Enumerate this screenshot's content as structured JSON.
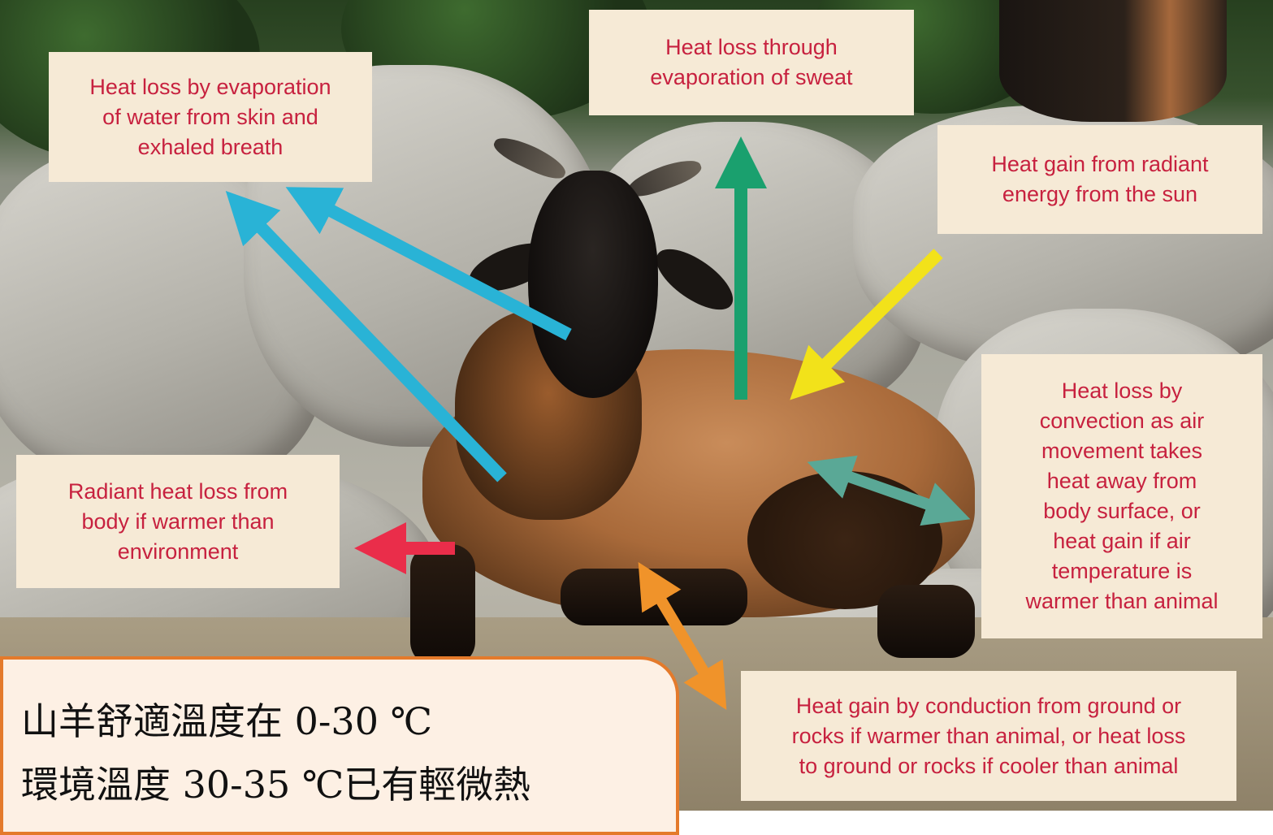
{
  "labels": {
    "evaporation_skin": "Heat loss by evaporation\nof water from skin and\nexhaled breath",
    "evaporation_sweat": "Heat loss through\nevaporation of sweat",
    "radiant_gain_sun": "Heat gain from radiant\nenergy from the sun",
    "radiant_loss_body": "Radiant heat loss from\nbody if warmer than\nenvironment",
    "convection": "Heat loss by\nconvection as air\nmovement takes\nheat away from\nbody surface, or\nheat gain if air\ntemperature is\nwarmer than animal",
    "conduction": "Heat gain by conduction from ground or\nrocks if warmer than animal, or heat loss\nto ground or rocks if cooler than animal"
  },
  "note": {
    "line1": "山羊舒適溫度在 0-30 ℃",
    "line2": "環境溫度 30-35 ℃已有輕微熱"
  },
  "colors": {
    "label_text": "#c7213f",
    "label_bg": "#f6ead6",
    "arrow_evaporation": "#29b3d6",
    "arrow_sweat": "#1aa06e",
    "arrow_sun": "#f2e21a",
    "arrow_radiant_loss": "#ea2d4a",
    "arrow_convection": "#5aa896",
    "arrow_conduction": "#f0932a",
    "note_border": "#e47a2b"
  }
}
